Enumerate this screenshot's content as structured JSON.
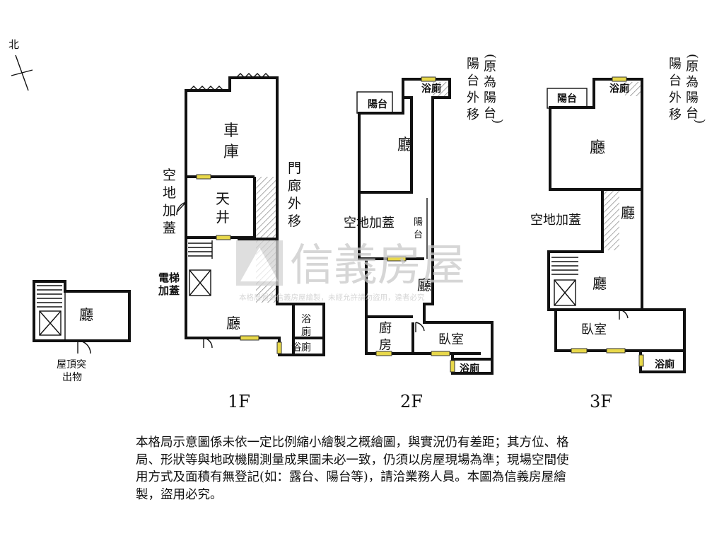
{
  "north": "北",
  "floors": {
    "roof": {
      "room": "廳",
      "label_line1": "屋頂突",
      "label_line2": "出物"
    },
    "f1": {
      "title": "1F",
      "garage_1": "車",
      "garage_2": "庫",
      "skylight_1": "天",
      "skylight_2": "井",
      "yard_v": [
        "空",
        "地",
        "加",
        "蓋"
      ],
      "porch_v": [
        "門",
        "廊",
        "外",
        "移"
      ],
      "elevator_1": "電梯",
      "elevator_2": "加蓋",
      "hall": "廳",
      "bath_v": [
        "浴",
        "廁"
      ],
      "bath2": "浴廁"
    },
    "f2": {
      "title": "2F",
      "balcony": "陽台",
      "bath_top": "浴廁",
      "note_v": [
        "陽",
        "台",
        "外",
        "移"
      ],
      "note_paren_v": [
        "(",
        "原",
        "為",
        "陽",
        "台",
        ")"
      ],
      "hall_top": "廳",
      "yard": "空地加蓋",
      "balcony_v": [
        "陽",
        "台"
      ],
      "hall_mid": "廳",
      "kitchen_1": "廚",
      "kitchen_2": "房",
      "bedroom": "臥室",
      "bath_bottom": "浴廁"
    },
    "f3": {
      "title": "3F",
      "balcony": "陽台",
      "bath_top": "浴廁",
      "note_v": [
        "陽",
        "台",
        "外",
        "移"
      ],
      "note_paren_v": [
        "(",
        "原",
        "為",
        "陽",
        "台",
        ")"
      ],
      "hall_top": "廳",
      "yard": "空地加蓋",
      "hall_mid": "廳",
      "hall_low": "廳",
      "bedroom": "臥室",
      "bath_bottom": "浴廁"
    }
  },
  "watermark": {
    "brand": "信義房屋",
    "small": "本格局圖為信義房屋繪製，未經允許請勿盜用，違者必究"
  },
  "note": "本格局示意圖係未依一定比例縮小繪製之概繪圖，與實況仍有差距；其方位、格局、形狀等與地政機關測量成果圖未必一致，仍須以房屋現場為準；現場空間使用方式及面積有無登記(如：露台、陽台等)，請洽業務人員。本圖為信義房屋繪製，盜用必究。"
}
